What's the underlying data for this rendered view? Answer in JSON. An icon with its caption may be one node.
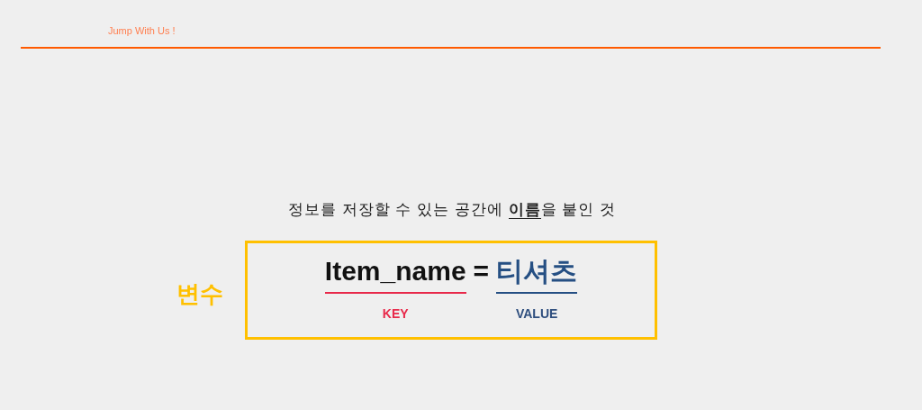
{
  "diagram": {
    "nodes": [
      {
        "text": [
          "Item_name",
          "=",
          "티셔츠",
          "KEY",
          "VALUE"
        ],
        "beside": [
          "변수"
        ]
      }
    ],
    "labels": [
      "Jump With Us !",
      "정보를 저장할 수 있는 공간에 **이름**을 붙인 것"
    ]
  }
}
